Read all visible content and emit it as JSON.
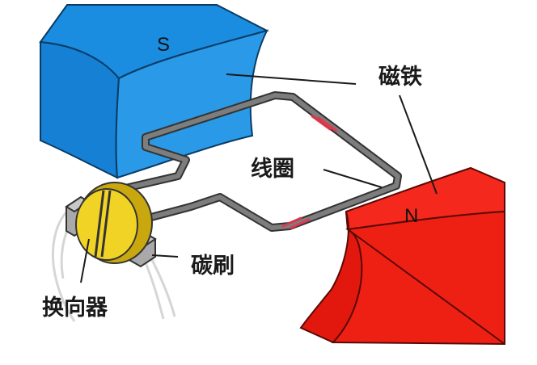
{
  "magnets": {
    "south": {
      "letter": "S",
      "color": "#1a8de0"
    },
    "north": {
      "letter": "N",
      "color": "#f21c12"
    }
  },
  "labels": {
    "magnet": "磁铁",
    "coil": "线圈",
    "brush": "碳刷",
    "commutator": "换向器"
  },
  "colors": {
    "coil": "#7d7d7d",
    "commutator": "#f1d325",
    "brush": "#a9a9a9",
    "current_mark": "#e8344a"
  }
}
